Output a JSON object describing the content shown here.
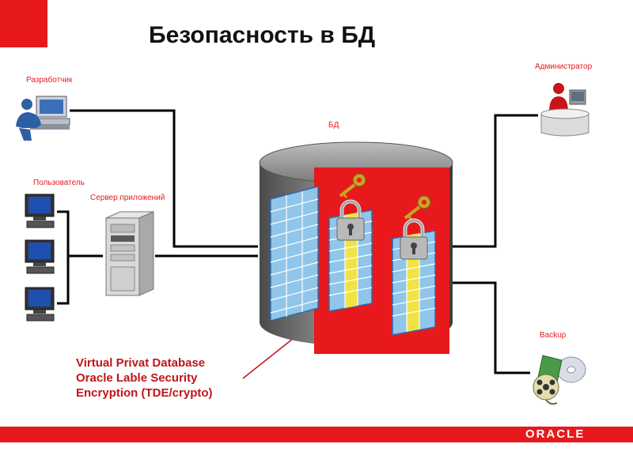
{
  "title": "Безопасность в БД",
  "labels": {
    "developer": "Разработчик",
    "user": "Пользователь",
    "app_server": "Сервер приложений",
    "db": "БД",
    "admin": "Администратор",
    "backup": "Backup"
  },
  "features": [
    "Virtual Privat Database",
    "Oracle Lable Security",
    "Encryption (TDE/crypto)"
  ],
  "footer": {
    "brand": "ORACLE"
  },
  "colors": {
    "accent": "#e8191c",
    "feature_text": "#c0141a",
    "connector": "#000000"
  },
  "icons": [
    "developer-workstation-icon",
    "user-computer-icon",
    "app-server-icon",
    "database-cylinder-icon",
    "padlock-icon",
    "key-icon",
    "administrator-icon",
    "backup-icon"
  ]
}
